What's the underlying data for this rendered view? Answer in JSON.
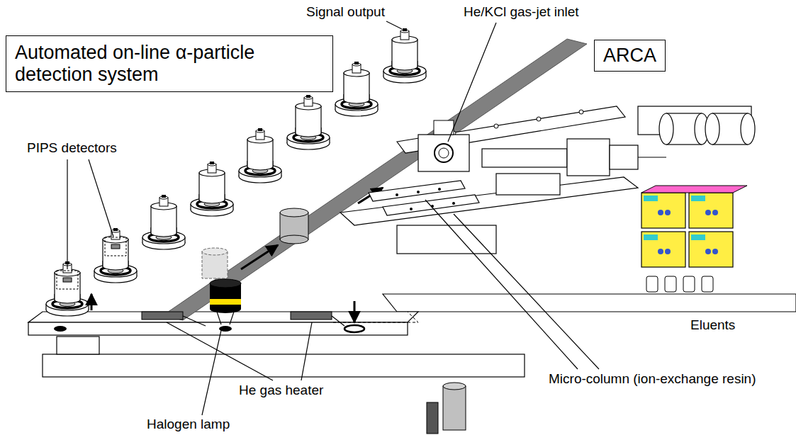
{
  "diagram": {
    "nodes": [
      {
        "text": [
          "Automated on-line α-particle detection system"
        ]
      },
      {
        "text": [
          "ARCA"
        ]
      }
    ],
    "labels": [
      "Signal output",
      "He/KCl gas-jet inlet",
      "PIPS detectors",
      "Eluents",
      "Micro-column (ion-exchange resin)",
      "He gas heater",
      "Halogen lamp"
    ]
  }
}
